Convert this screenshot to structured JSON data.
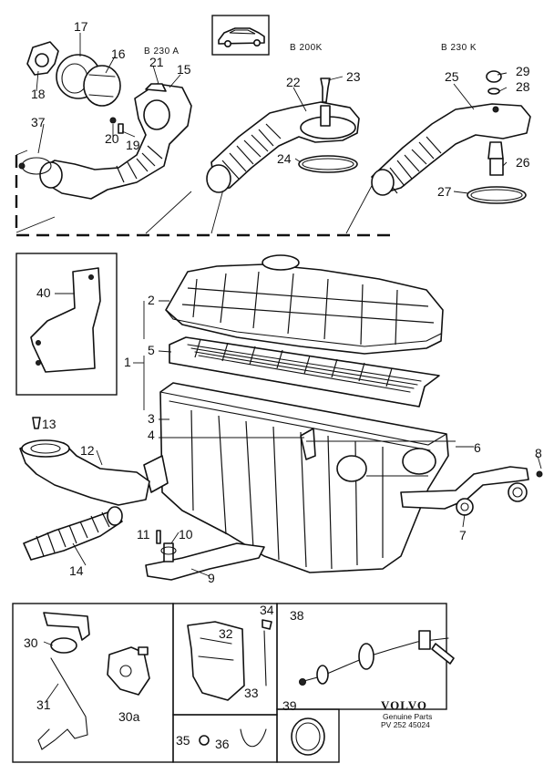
{
  "engine_labels": [
    "B 230 A",
    "B 200K",
    "B 230 K"
  ],
  "callouts": {
    "c1": "1",
    "c2": "2",
    "c3": "3",
    "c4": "4",
    "c5": "5",
    "c6": "6",
    "c7": "7",
    "c8": "8",
    "c9": "9",
    "c10": "10",
    "c11": "11",
    "c12": "12",
    "c13": "13",
    "c14": "14",
    "c15": "15",
    "c16": "16",
    "c17": "17",
    "c18": "18",
    "c19": "19",
    "c20": "20",
    "c21": "21",
    "c22": "22",
    "c23": "23",
    "c24": "24",
    "c25": "25",
    "c26": "26",
    "c27": "27",
    "c28": "28",
    "c29": "29",
    "c30": "30",
    "c30a": "30a",
    "c31": "31",
    "c32": "32",
    "c33": "33",
    "c34": "34",
    "c35": "35",
    "c36": "36",
    "c37": "37",
    "c38": "38",
    "c39": "39",
    "c40": "40"
  },
  "footer": {
    "brand": "VOLVO",
    "subtitle": "Genuine Parts",
    "code": "PV 252 45024"
  }
}
